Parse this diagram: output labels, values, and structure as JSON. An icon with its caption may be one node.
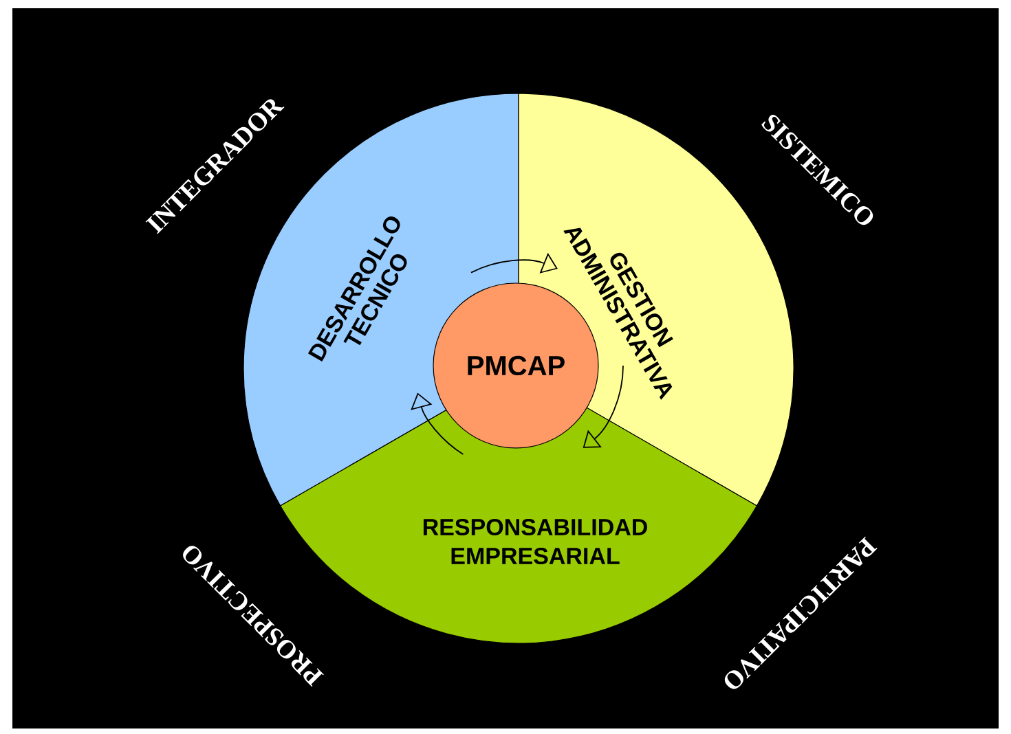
{
  "diagram": {
    "nodes": [
      {
        "text": [
          "DESARROLLO TECNICO"
        ]
      },
      {
        "text": [
          "GESTION ADMINISTRATIVA"
        ]
      },
      {
        "text": [
          "RESPONSABILIDAD EMPRESARIAL"
        ]
      },
      {
        "text": [
          "PMCAP"
        ]
      }
    ],
    "edges": [
      {
        "from": 0,
        "to": 1,
        "arrow": "to"
      },
      {
        "from": 1,
        "to": 2,
        "arrow": "to"
      },
      {
        "from": 2,
        "to": 0,
        "arrow": "to"
      }
    ],
    "labels": [
      "INTEGRADOR",
      "SISTEMICO",
      "PROSPECTIVO",
      "PARTICIPATIVO"
    ]
  }
}
